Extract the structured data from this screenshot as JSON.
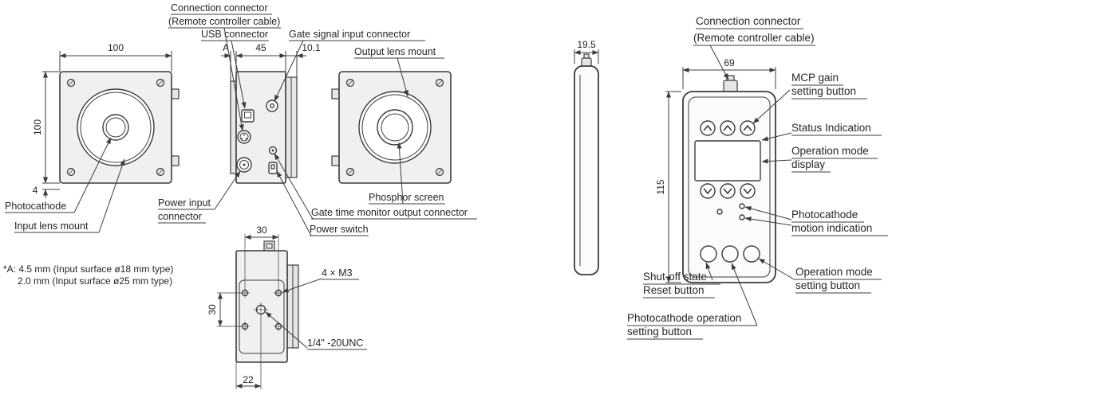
{
  "style": {
    "line_color": "#3c3c3c",
    "body_fill": "#f0f0f0"
  },
  "unit": {
    "front": {
      "w": "100",
      "h": "100",
      "d4": "4",
      "photocathode": "Photocathode",
      "input_lens": "Input lens mount"
    },
    "side": {
      "conn1": "Connection connector",
      "conn2": "(Remote controller cable)",
      "usb": "USB connector",
      "gate_in": "Gate signal input connector",
      "dimA": "A",
      "dim45": "45",
      "dim101": "10.1",
      "pwr1": "Power input",
      "pwr2": "connector",
      "gate_mon": "Gate time monitor output connector",
      "pwr_sw": "Power switch"
    },
    "back": {
      "output_lens": "Output lens mount",
      "phosphor": "Phosphor screen"
    },
    "bottom": {
      "d30h": "30",
      "d30v": "30",
      "d22": "22",
      "m3": "4 × M3",
      "unc": "1/4\" -20UNC"
    },
    "noteA1": "*A: 4.5 mm (Input surface ø18 mm type)",
    "noteA2": "2.0 mm (Input surface ø25 mm type)"
  },
  "remote": {
    "d195": "19.5",
    "d69": "69",
    "d115": "115",
    "conn1": "Connection connector",
    "conn2": "(Remote controller cable)",
    "mcp1": "MCP gain",
    "mcp2": "setting button",
    "status": "Status Indication",
    "disp1": "Operation mode",
    "disp2": "display",
    "motion1": "Photocathode",
    "motion2": "motion indication",
    "opset1": "Operation mode",
    "opset2": "setting button",
    "shut1": "Shut-off state",
    "shut2": "Reset button",
    "pcop1": "Photocathode operation",
    "pcop2": "setting button"
  }
}
